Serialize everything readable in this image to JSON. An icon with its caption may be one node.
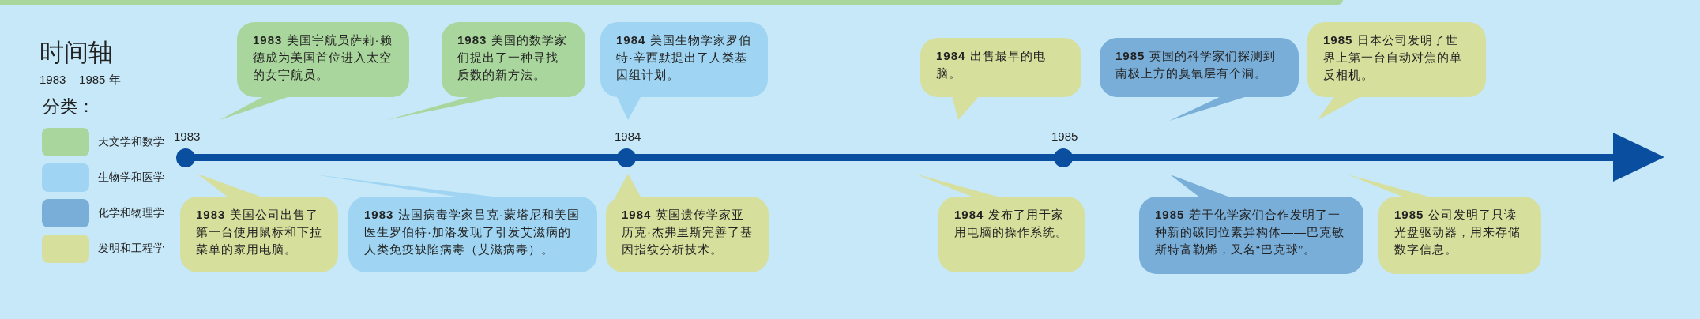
{
  "diagram": {
    "title": "时间轴",
    "nodes": [
      {
        "text": [
          "**1983** 美国宇航员萨莉·赖德成为美国首位进入太空的女宇航员。"
        ]
      },
      {
        "text": [
          "**1983** 美国的数学家们提出了一种寻找质数的新方法。"
        ]
      },
      {
        "text": [
          "**1984** 美国生物学家罗伯特·辛西默提出了人类基因组计划。"
        ]
      },
      {
        "text": [
          "**1984** 出售最早的电脑。"
        ]
      },
      {
        "text": [
          "**1985** 英国的科学家们探测到南极上方的臭氧层有个洞。"
        ]
      },
      {
        "text": [
          "**1985** 日本公司发明了世界上第一台自动对焦的单反相机。"
        ]
      },
      {
        "text": [
          "**1983** 美国公司出售了第一台使用鼠标和下拉菜单的家用电脑。"
        ]
      },
      {
        "text": [
          "**1983** 法国病毒学家吕克·蒙塔尼和美国医生罗伯特·加洛发现了引发艾滋病的人类免疫缺陷病毒（艾滋病毒）。"
        ]
      },
      {
        "text": [
          "**1984** 英国遗传学家亚历克·杰弗里斯完善了基因指纹分析技术。"
        ]
      },
      {
        "text": [
          "**1984** 发布了用于家用电脑的操作系统。"
        ]
      },
      {
        "text": [
          "**1985** 若干化学家们合作发明了一种新的碳同位素异构体——巴克敏斯特富勒烯，又名“巴克球”。"
        ]
      },
      {
        "text": [
          "**1985** 公司发明了只读光盘驱动器，用来存储数字信息。"
        ]
      }
    ],
    "edges": [],
    "labels": [
      "1983 – 1985 年",
      "分类：",
      "1983",
      "1984",
      "1985"
    ],
    "legend": [
      {
        "text": "天文学和数学",
        "color": "#a9d69c"
      },
      {
        "text": "生物学和医学",
        "color": "#9fd5f2"
      },
      {
        "text": "化学和物理学",
        "color": "#79aed8"
      },
      {
        "text": "发明和工程学",
        "color": "#d6df9c"
      }
    ]
  }
}
